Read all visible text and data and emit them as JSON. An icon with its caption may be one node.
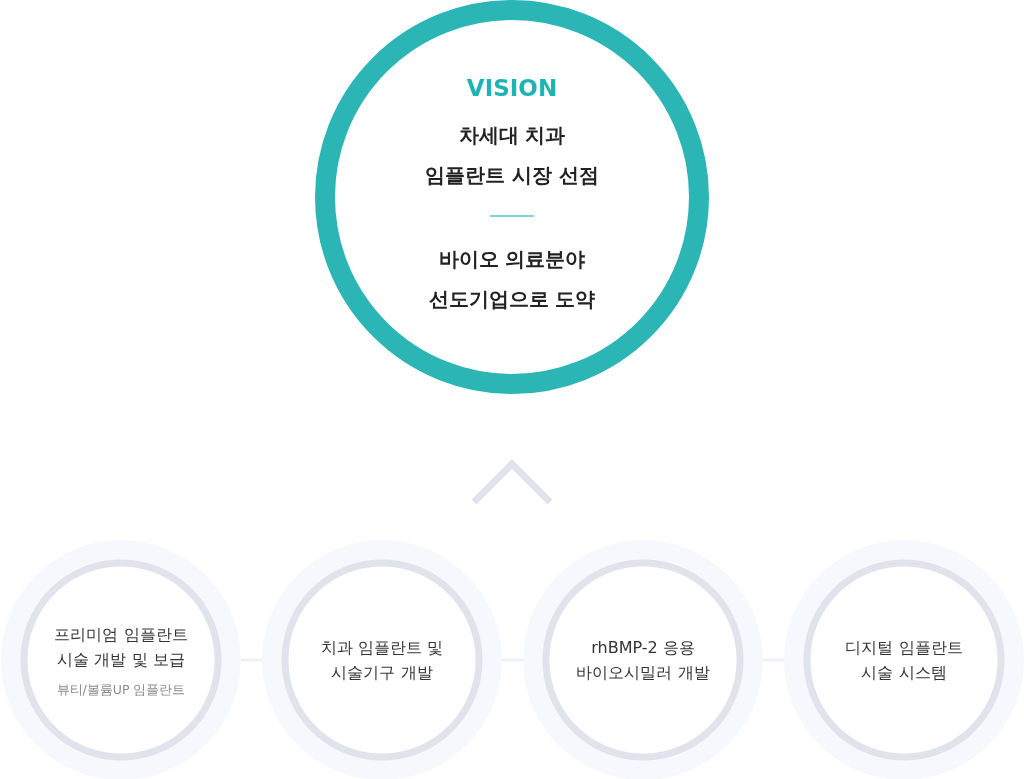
{
  "diagram": {
    "nodes": [
      {
        "text": [
          "VISION",
          "차세대 치과 임플란트 시장 선점",
          "바이오 의료분야 선도기업으로 도약"
        ]
      },
      {
        "text": [
          "프리미엄 임플란트 시술 개발 및 보급",
          "뷰티/볼륨UP 임플란트"
        ]
      },
      {
        "text": [
          "치과 임플란트 및 시술기구 개발"
        ]
      },
      {
        "text": [
          "rhBMP-2 응용 바이오시밀러 개발"
        ]
      },
      {
        "text": [
          "디지털 임플란트 시술 시스템"
        ]
      }
    ],
    "edges": [
      {
        "from": 1,
        "to": 2,
        "arrow": "none"
      },
      {
        "from": 2,
        "to": 3,
        "arrow": "none"
      },
      {
        "from": 3,
        "to": 4,
        "arrow": "none"
      }
    ]
  }
}
